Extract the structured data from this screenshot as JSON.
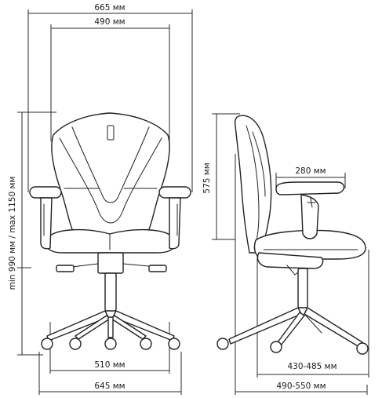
{
  "dimensions": {
    "front_overall_width": "665 мм",
    "front_back_width": "490 мм",
    "front_height": "min 990 мм / max 1150 мм",
    "front_base_width": "510 мм",
    "front_total_base_width": "645 мм",
    "side_back_height": "575 мм",
    "side_armrest_length": "280 мм",
    "side_seat_depth": "430-485 мм",
    "side_total_depth": "490-550 мм"
  },
  "colors": {
    "line": "#222222",
    "background": "#ffffff"
  }
}
